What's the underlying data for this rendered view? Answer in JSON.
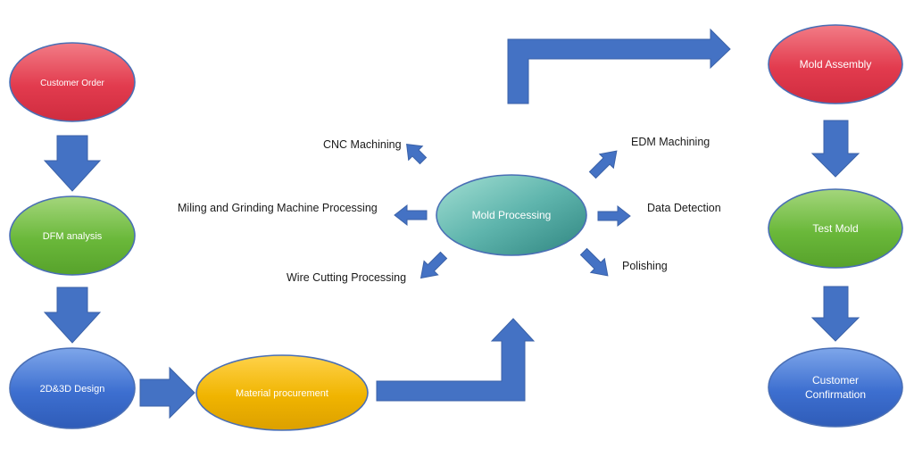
{
  "nodes": {
    "customer_order": "Customer Order",
    "dfm_analysis": "DFM analysis",
    "design_2d3d": "2D&3D Design",
    "material_procurement": "Material procurement",
    "mold_processing": "Mold Processing",
    "mold_assembly": "Mold Assembly",
    "test_mold": "Test Mold",
    "customer_confirmation_line1": "Customer",
    "customer_confirmation_line2": "Confirmation"
  },
  "processes": {
    "cnc_machining": "CNC Machining",
    "milling_grinding": "Miling and Grinding Machine Processing",
    "wire_cutting": "Wire Cutting Processing",
    "edm_machining": "EDM Machining",
    "data_detection": "Data Detection",
    "polishing": "Polishing"
  },
  "colors": {
    "arrow": "#4472c4",
    "red_node": "#e23b4e",
    "green_node": "#6ab83a",
    "blue_node": "#3d6fd0",
    "orange_node": "#f0b400",
    "teal_node": "#3d9a96"
  }
}
